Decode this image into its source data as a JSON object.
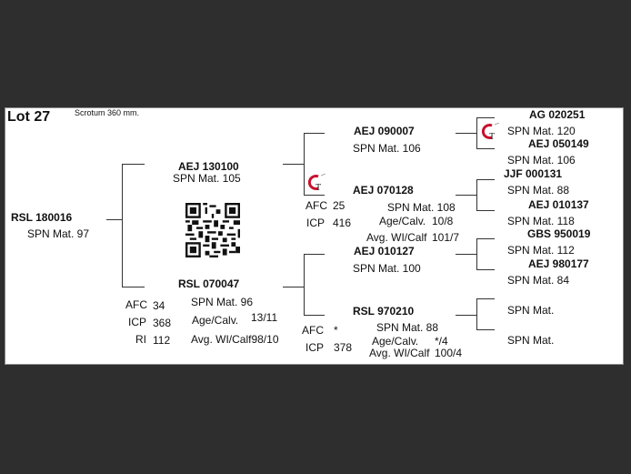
{
  "lot": {
    "title": "Lot 27",
    "note": "Scrotum 360 mm."
  },
  "subject": {
    "id": "RSL 180016",
    "spn": "SPN Mat. 97"
  },
  "sire": {
    "id": "AEJ 130100",
    "spn": "SPN Mat. 105"
  },
  "dam": {
    "id": "RSL 070047",
    "stats": [
      {
        "label": "AFC",
        "value": "34"
      },
      {
        "label": "ICP",
        "value": "368"
      },
      {
        "label": "RI",
        "value": "112"
      }
    ],
    "spn": "SPN Mat. 96",
    "age_calv_label": "Age/Calv.",
    "age_calv_value": "13/11",
    "avg_wi": "Avg. WI/Calf98/10"
  },
  "sire_sire": {
    "id": "AEJ 090007",
    "spn": "SPN Mat. 106"
  },
  "sire_dam": {
    "id": "AEJ 070128",
    "stats": [
      {
        "label": "AFC",
        "value": "25"
      },
      {
        "label": "ICP",
        "value": "416"
      }
    ],
    "spn": "SPN Mat. 108",
    "age_calv_label": "Age/Calv.",
    "age_calv_value": "10/8",
    "avg_wi_label": "Avg. WI/Calf",
    "avg_wi_value": "101/7"
  },
  "dam_sire": {
    "id": "AEJ 010127",
    "spn": "SPN Mat. 100"
  },
  "dam_dam": {
    "id": "RSL 970210",
    "stats": [
      {
        "label": "AFC",
        "value": "*"
      },
      {
        "label": "ICP",
        "value": "378"
      }
    ],
    "spn": "SPN Mat. 88",
    "age_calv_label": "Age/Calv.",
    "age_calv_value": "*/4",
    "avg_wi_label": "Avg. WI/Calf",
    "avg_wi_value": "100/4"
  },
  "gen3": [
    {
      "id": "AG  020251",
      "spn": "SPN Mat. 120"
    },
    {
      "id": "AEJ 050149",
      "spn": "SPN Mat. 106"
    },
    {
      "id": "JJF 000131",
      "spn": "SPN Mat. 88"
    },
    {
      "id": "AEJ 010137",
      "spn": "SPN Mat. 118"
    },
    {
      "id": "GBS 950019",
      "spn": "SPN Mat. 112"
    },
    {
      "id": "AEJ 980177",
      "spn": "SPN Mat. 84"
    },
    {
      "id": "",
      "spn": "SPN Mat."
    },
    {
      "id": "",
      "spn": "SPN Mat."
    }
  ],
  "icons": {
    "logo": "gt-genetics-logo-icon",
    "qr": "qr-code-icon"
  },
  "colors": {
    "background": "#2e2e2e",
    "page": "#ffffff",
    "logo_red": "#c8102e"
  }
}
